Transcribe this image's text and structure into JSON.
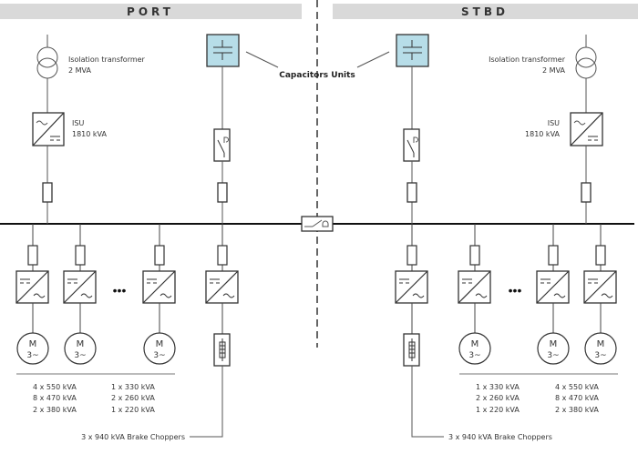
{
  "headers": {
    "port": "PORT",
    "stbd": "STBD"
  },
  "port": {
    "transformer": {
      "name": "Isolation transformer",
      "rating": "2 MVA"
    },
    "isu": {
      "name": "ISU",
      "rating": "1810 kVA"
    },
    "drive_ratings_col1": [
      "4 x 550 kVA",
      "8 x 470 kVA",
      "2 x 380 kVA"
    ],
    "drive_ratings_col2": [
      "1 x 330 kVA",
      "2 x 260 kVA",
      "1 x 220 kVA"
    ],
    "brake_choppers": "3 x 940 kVA Brake Choppers"
  },
  "stbd": {
    "transformer": {
      "name": "Isolation transformer",
      "rating": "2 MVA"
    },
    "isu": {
      "name": "ISU",
      "rating": "1810 kVA"
    },
    "drive_ratings_col1": [
      "1 x 330 kVA",
      "2 x 260 kVA",
      "1 x 220 kVA"
    ],
    "drive_ratings_col2": [
      "4 x 550 kVA",
      "8 x 470 kVA",
      "2 x 380 kVA"
    ],
    "brake_choppers": "3 x 940 kVA Brake Choppers"
  },
  "capacitors_label": "Capacitors Units",
  "motor": {
    "line1": "M",
    "line2": "3~"
  },
  "ellipsis": "•••",
  "colors": {
    "header_bg": "#d9d9d9",
    "capacitor_fill": "#b7dde8",
    "bus": "#111111"
  }
}
